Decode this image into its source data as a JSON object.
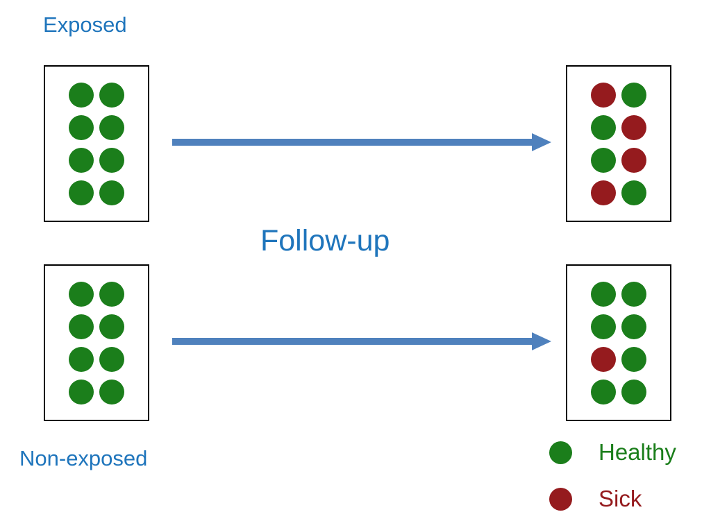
{
  "labels": {
    "exposed": "Exposed",
    "non_exposed": "Non-exposed",
    "follow_up": "Follow-up"
  },
  "colors": {
    "healthy": "#1b7e1b",
    "sick": "#951b1e",
    "label_blue": "#1f75bc",
    "arrow_blue": "#4f81bd",
    "box_border": "#000000",
    "background": "#ffffff"
  },
  "groups": {
    "exposed_start": [
      "healthy",
      "healthy",
      "healthy",
      "healthy",
      "healthy",
      "healthy",
      "healthy",
      "healthy"
    ],
    "exposed_end": [
      "sick",
      "healthy",
      "healthy",
      "sick",
      "healthy",
      "sick",
      "sick",
      "healthy"
    ],
    "nonexposed_start": [
      "healthy",
      "healthy",
      "healthy",
      "healthy",
      "healthy",
      "healthy",
      "healthy",
      "healthy"
    ],
    "nonexposed_end": [
      "healthy",
      "healthy",
      "healthy",
      "healthy",
      "sick",
      "healthy",
      "healthy",
      "healthy"
    ]
  },
  "legend": {
    "healthy_label": "Healthy",
    "sick_label": "Sick"
  }
}
